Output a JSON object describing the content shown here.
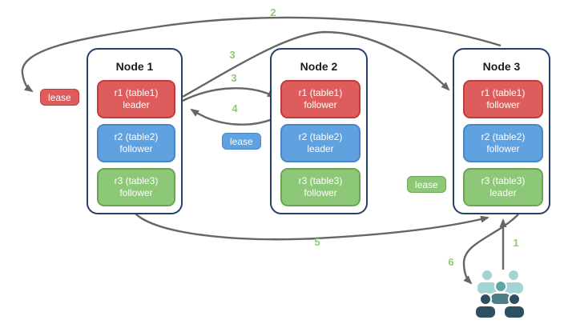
{
  "diagram": {
    "title_hint": "range lease replication diagram",
    "nodes": [
      {
        "title": "Node 1",
        "replicas": [
          {
            "name": "r1 (table1)",
            "role": "leader",
            "color": "#de5c5c"
          },
          {
            "name": "r2 (table2)",
            "role": "follower",
            "color": "#60a1e0"
          },
          {
            "name": "r3 (table3)",
            "role": "follower",
            "color": "#8cc878"
          }
        ]
      },
      {
        "title": "Node 2",
        "replicas": [
          {
            "name": "r1 (table1)",
            "role": "follower",
            "color": "#de5c5c"
          },
          {
            "name": "r2 (table2)",
            "role": "leader",
            "color": "#60a1e0"
          },
          {
            "name": "r3 (table3)",
            "role": "follower",
            "color": "#8cc878"
          }
        ]
      },
      {
        "title": "Node 3",
        "replicas": [
          {
            "name": "r1 (table1)",
            "role": "follower",
            "color": "#de5c5c"
          },
          {
            "name": "r2 (table2)",
            "role": "follower",
            "color": "#60a1e0"
          },
          {
            "name": "r3 (table3)",
            "role": "leader",
            "color": "#8cc878"
          }
        ]
      }
    ],
    "leases": [
      {
        "label": "lease",
        "color": "#de5c5c"
      },
      {
        "label": "lease",
        "color": "#60a1e0"
      },
      {
        "label": "lease",
        "color": "#8cc878"
      }
    ],
    "arrows": [
      {
        "id": "step-2-node3-to-lease",
        "label": "2"
      },
      {
        "id": "step-3-leader-to-node3",
        "label": "3"
      },
      {
        "id": "step-3-leader-to-node2",
        "label": "3"
      },
      {
        "id": "step-4-ack-to-leader",
        "label": "4"
      },
      {
        "id": "step-5-node1-to-node3",
        "label": "5"
      },
      {
        "id": "step-1-clients-to-node3",
        "label": "1"
      },
      {
        "id": "step-6-node3-to-clients",
        "label": "6"
      }
    ],
    "clients_icon": "people-group",
    "colors": {
      "arrow": "#666666",
      "step_label": "#8dc973",
      "node_border": "#24406b",
      "people_light": "#a3d3d2",
      "people_mid": "#61a6a5",
      "people_dark": "#2e4f5e"
    }
  }
}
